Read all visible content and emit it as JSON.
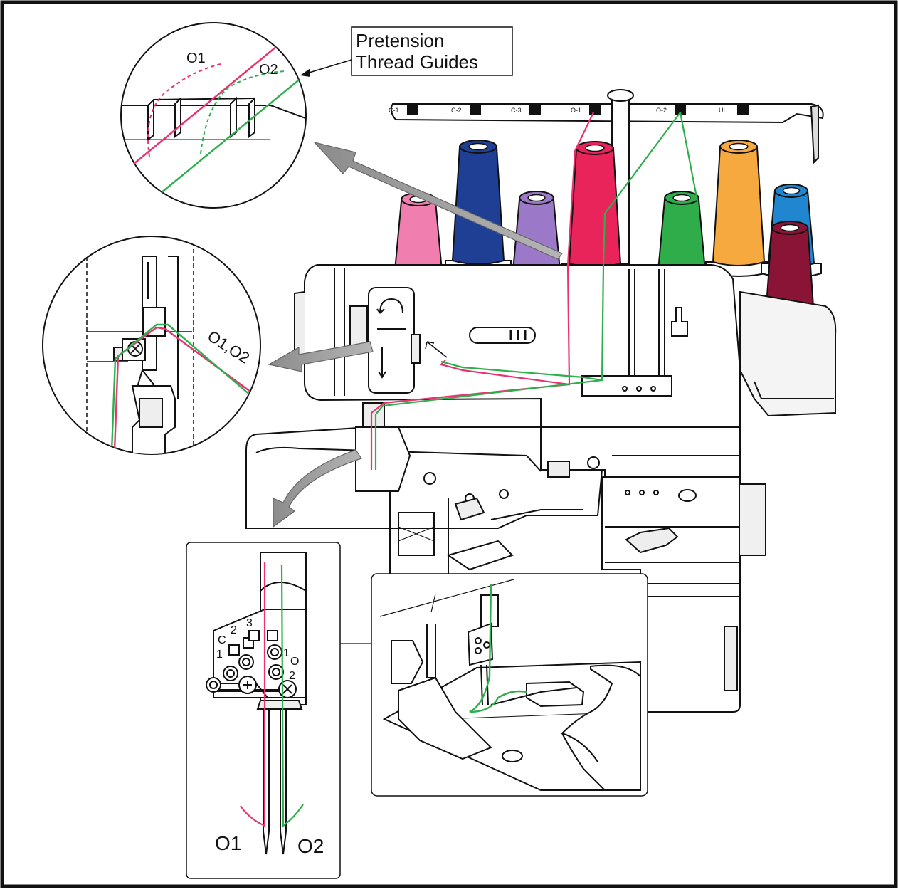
{
  "callout": {
    "line1": "Pretension",
    "line2": "Thread Guides"
  },
  "labels": {
    "top_o1": "O1",
    "top_o2": "O2",
    "mid": "O1,O2",
    "bottom_o1": "O1",
    "bottom_o2": "O2",
    "plate": {
      "c": "C",
      "n2": "2",
      "n3": "3",
      "n1": "1",
      "r1": "1",
      "ro": "O",
      "r2": "2"
    },
    "rack": [
      "C-1",
      "C-2",
      "C-3",
      "O-1",
      "O-2",
      "UL"
    ]
  },
  "colors": {
    "thread_o1": "#e8336f",
    "thread_o2": "#2fae4e",
    "cones": [
      "#f07fb0",
      "#1f3f95",
      "#9c78c8",
      "#e8245a",
      "#2ead4a",
      "#f5a93e",
      "#1f86cf",
      "#8a1436"
    ]
  }
}
